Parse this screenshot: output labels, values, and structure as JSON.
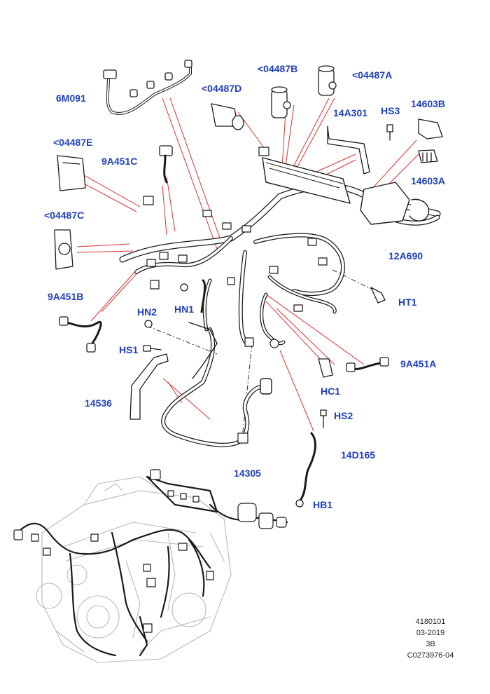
{
  "callouts": {
    "c6M091": "6M091",
    "c04487D": "<04487D",
    "c04487B": "<04487B",
    "c04487A": "<04487A",
    "c14A301": "14A301",
    "cHS3": "HS3",
    "c14603B": "14603B",
    "c14603A": "14603A",
    "c04487E": "<04487E",
    "c9A451C": "9A451C",
    "c04487C": "<04487C",
    "c12A690": "12A690",
    "c9A451B": "9A451B",
    "cHN2": "HN2",
    "cHN1": "HN1",
    "cHT1": "HT1",
    "cHS1": "HS1",
    "c9A451A": "9A451A",
    "cHC1": "HC1",
    "c14536": "14536",
    "cHS2": "HS2",
    "c14D165": "14D165",
    "c14305": "14305",
    "cHB1": "HB1"
  },
  "footer": {
    "line1": "4180101",
    "line2": "03-2019",
    "line3": "3B",
    "line4": "C0273976-04"
  },
  "colors": {
    "callout_text": "#1f3fbf",
    "leader_line": "#e03030",
    "linework": "#1a1a1a",
    "engine_ghost": "#b8b8b8"
  }
}
